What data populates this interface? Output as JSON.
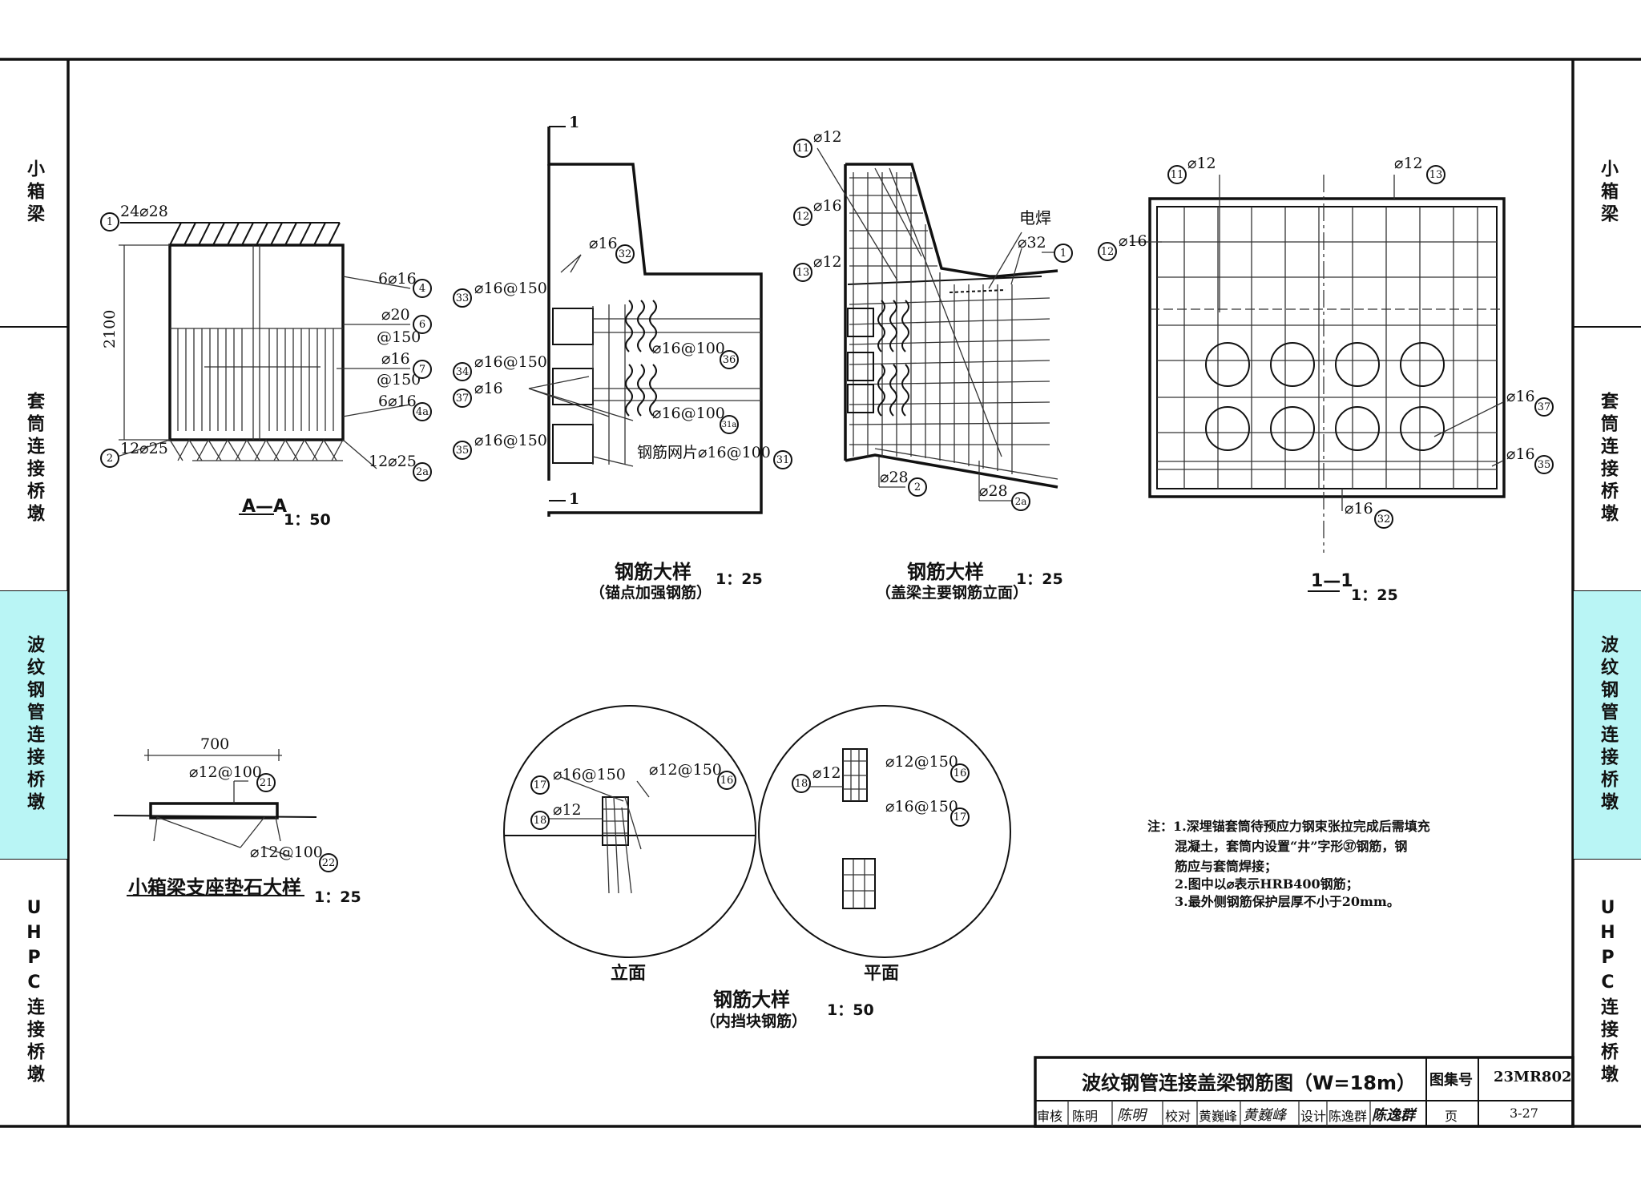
{
  "side_tabs": {
    "left": [
      "小箱梁",
      "套筒连接桥墩",
      "波纹钢管连接桥墩",
      "UHPC连接桥墩"
    ],
    "right": [
      "小箱梁",
      "套筒连接桥墩",
      "波纹钢管连接桥墩",
      "UHPC连接桥墩"
    ],
    "active_index": 2,
    "active_color": "#b9f5f5"
  },
  "section_aa": {
    "bar_top": "24⌀28",
    "bar_top_ref": "1",
    "bar_bottom": "12⌀25",
    "bar_bottom_ref": "2",
    "height": "2100",
    "r1": "6⌀16",
    "r1_ref": "4",
    "r2a": "⌀20",
    "r2b": "@150",
    "r2_ref": "6",
    "r3a": "⌀16",
    "r3b": "@150",
    "r3_ref": "7",
    "r4": "6⌀16",
    "r4_ref": "4a",
    "r5": "12⌀25",
    "r5_ref": "2a",
    "title": "A—A",
    "scale": "1：50"
  },
  "anchor_detail": {
    "cut": "1",
    "l1": "⌀16",
    "l1_ref": "32",
    "l2": "⌀16@150",
    "l2_ref": "33",
    "l3": "⌀16@100",
    "l3_ref": "36",
    "l4": "⌀16@150",
    "l4_ref": "34",
    "l5": "⌀16",
    "l5_ref": "37",
    "l6": "⌀16@100",
    "l6_ref": "31a",
    "l7": "⌀16@150",
    "l7_ref": "35",
    "l8": "钢筋网片⌀16@100",
    "l8_ref": "31",
    "title": "钢筋大样",
    "subtitle": "（锚点加强钢筋）",
    "scale": "1：25"
  },
  "cap_elevation": {
    "l1": "⌀12",
    "l1_ref": "11",
    "l2": "⌀16",
    "l2_ref": "12",
    "l3": "⌀12",
    "l3_ref": "13",
    "weld": "电焊",
    "l4": "⌀32",
    "l4_ref": "1",
    "l5": "⌀28",
    "l5_ref": "2",
    "l6": "⌀28",
    "l6_ref": "2a",
    "title": "钢筋大样",
    "subtitle": "（盖梁主要钢筋立面）",
    "scale": "1：25"
  },
  "section_11": {
    "l1": "⌀12",
    "l1_ref": "11",
    "l2": "⌀12",
    "l2_ref": "13",
    "l3": "⌀16",
    "l3_ref": "12",
    "l4": "⌀16",
    "l4_ref": "37",
    "l5": "⌀16",
    "l5_ref": "35",
    "l6": "⌀16",
    "l6_ref": "32",
    "title": "1—1",
    "scale": "1：25"
  },
  "pad_detail": {
    "width": "700",
    "l1": "⌀12@100",
    "l1_ref": "21",
    "l2": "⌀12@100",
    "l2_ref": "22",
    "title": "小箱梁支座垫石大样",
    "scale": "1：25"
  },
  "block_detail": {
    "e1": "⌀16@150",
    "e1_ref": "17",
    "e2": "⌀12@150",
    "e2_ref": "16",
    "e3": "⌀12",
    "e3_ref": "18",
    "p1": "⌀12",
    "p1_ref": "18",
    "p2": "⌀12@150",
    "p2_ref": "16",
    "p3": "⌀16@150",
    "p3_ref": "17",
    "elev": "立面",
    "plan": "平面",
    "title": "钢筋大样",
    "subtitle": "（内挡块钢筋）",
    "scale": "1：50"
  },
  "notes": {
    "lines": [
      "注：1.深埋锚套筒待预应力钢束张拉完成后需填充",
      "混凝土，套筒内设置“井”字形㊲钢筋，钢",
      "筋应与套筒焊接；",
      "2.图中以⌀表示HRB400钢筋；",
      "3.最外侧钢筋保护层厚不小于20mm。"
    ]
  },
  "title_block": {
    "drawing_title": "波纹钢管连接盖梁钢筋图（W=18m）",
    "atlas_label": "图集号",
    "atlas_no": "23MR802",
    "review_label": "审核",
    "reviewer": "陈明",
    "reviewer_sig": "陈明",
    "check_label": "校对",
    "checker": "黄巍峰",
    "checker_sig": "黄巍峰",
    "design_label": "设计",
    "designer": "陈逸群",
    "designer_sig": "陈逸群",
    "page_label": "页",
    "page_no": "3-27"
  }
}
